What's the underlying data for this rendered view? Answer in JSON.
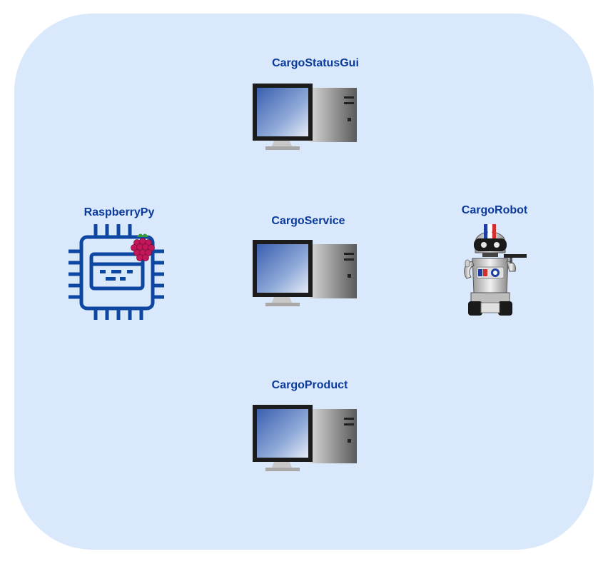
{
  "colors": {
    "container_fill": "#dae8fc",
    "label_text": "#0a3a9a",
    "chip_stroke": "#0d47a1",
    "raspberry": "#c2185b"
  },
  "nodes": {
    "status_gui": {
      "label": "CargoStatusGui",
      "icon": "desktop-computer-icon"
    },
    "service": {
      "label": "CargoService",
      "icon": "desktop-computer-icon"
    },
    "product": {
      "label": "CargoProduct",
      "icon": "desktop-computer-icon"
    },
    "raspberry": {
      "label": "RaspberryPy",
      "icon": "raspberry-pi-chip-icon"
    },
    "robot": {
      "label": "CargoRobot",
      "icon": "robot-icon"
    }
  }
}
